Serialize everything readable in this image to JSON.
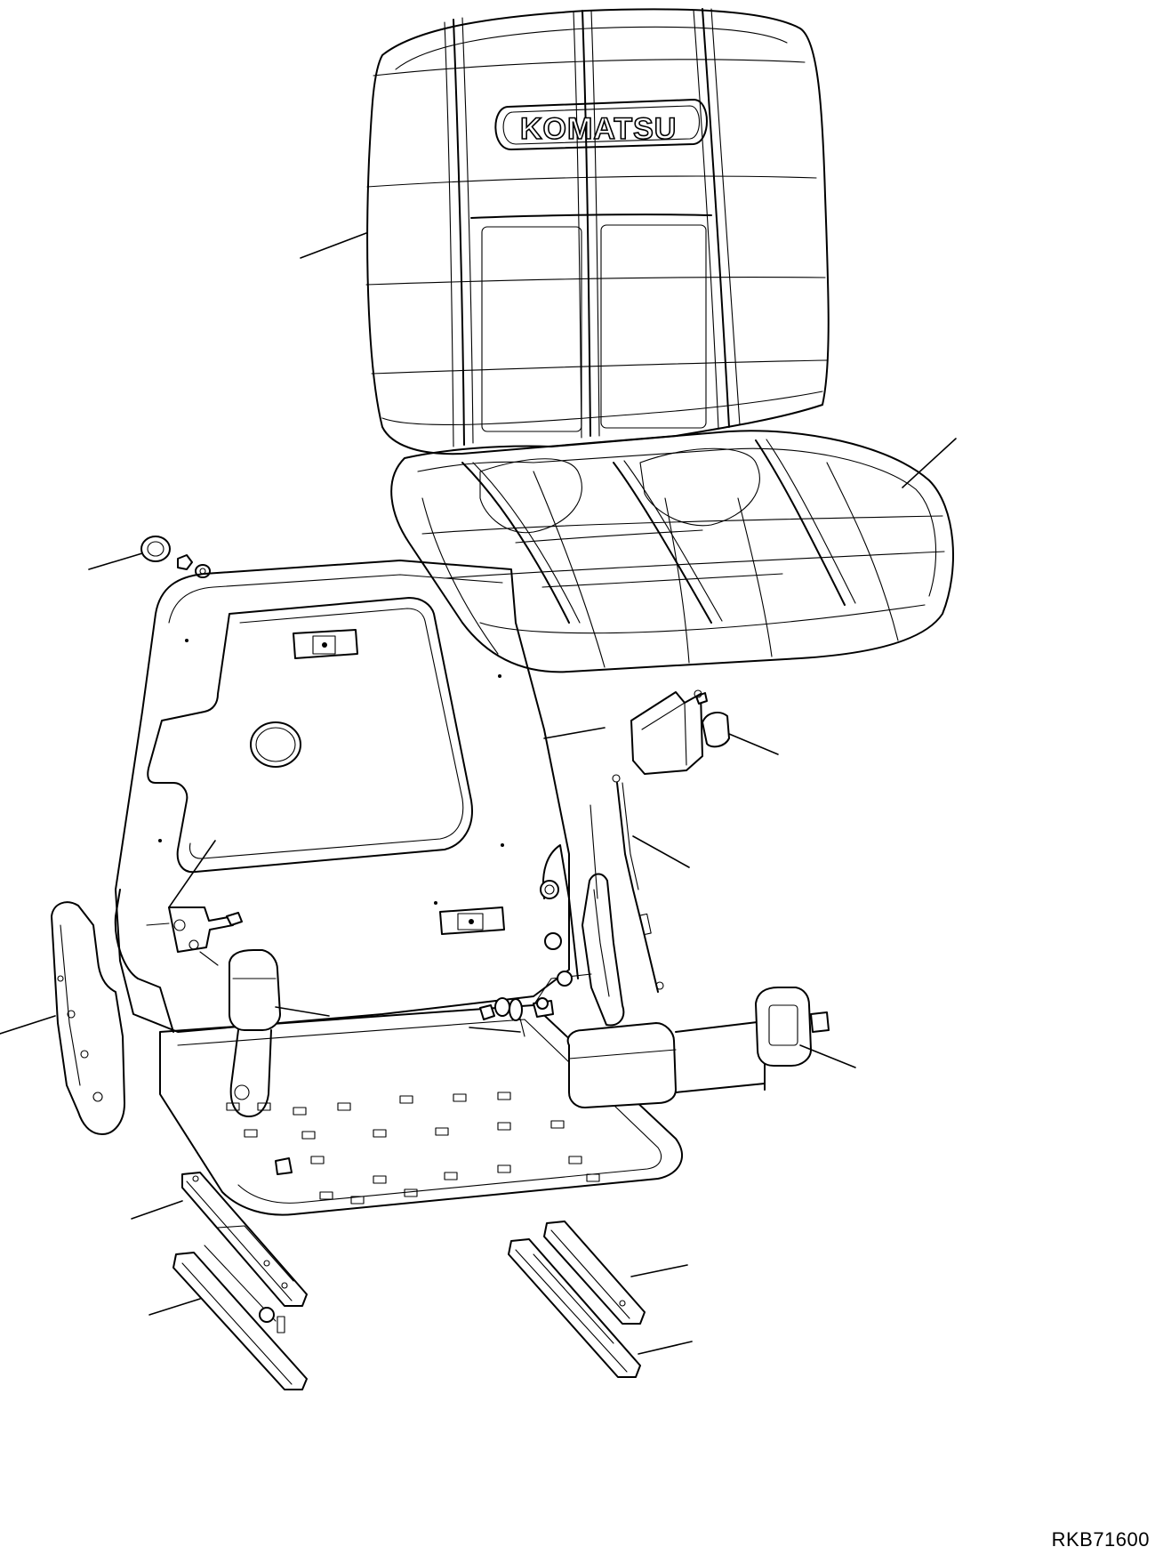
{
  "drawing_code": "RKB71600",
  "logo": "KOMATSU",
  "parts": [
    {
      "name": "seat-back-cushion"
    },
    {
      "name": "seat-bottom-cushion"
    },
    {
      "name": "cap-nut"
    },
    {
      "name": "bolt-and-washer"
    },
    {
      "name": "seat-frame"
    },
    {
      "name": "side-bracket"
    },
    {
      "name": "recline-lever"
    },
    {
      "name": "buckle"
    },
    {
      "name": "buckle-bracket"
    },
    {
      "name": "control-cable"
    },
    {
      "name": "seat-belt"
    },
    {
      "name": "slide-rail-left-upper"
    },
    {
      "name": "slide-rail-left-lower"
    },
    {
      "name": "slide-rail-right-upper"
    },
    {
      "name": "slide-rail-right-lower"
    }
  ]
}
